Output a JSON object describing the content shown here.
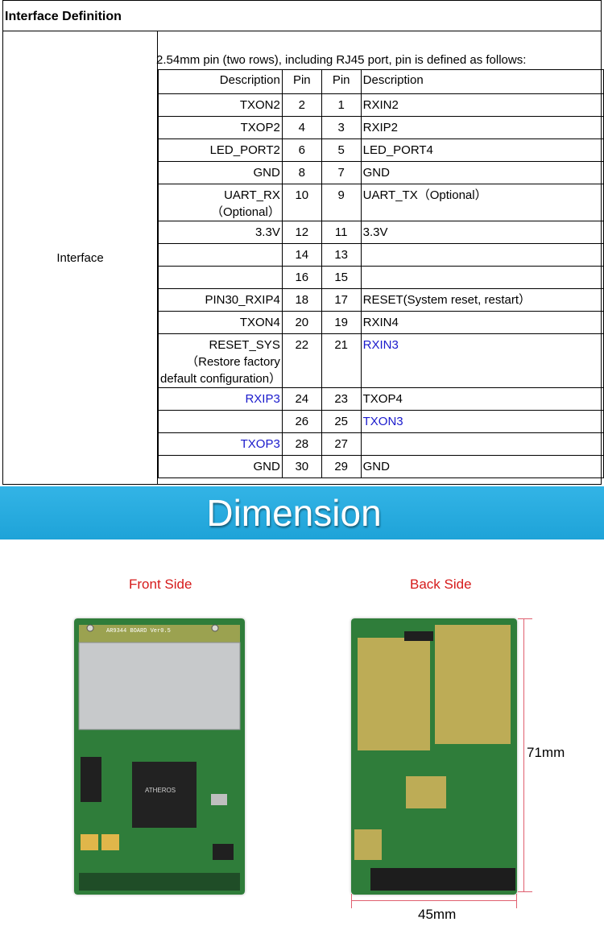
{
  "table": {
    "header": "Interface Definition",
    "left_label": "Interface",
    "intro": "2.54mm pin (two rows), including RJ45 port, pin is defined as follows:",
    "columns": [
      "Description",
      "Pin",
      "Pin",
      "Description"
    ],
    "rows": [
      {
        "d1": "TXON2",
        "p1": "2",
        "p2": "1",
        "d2": "RXIN2"
      },
      {
        "d1": "TXOP2",
        "p1": "4",
        "p2": "3",
        "d2": "RXIP2"
      },
      {
        "d1": "LED_PORT2",
        "p1": "6",
        "p2": "5",
        "d2": "LED_PORT4"
      },
      {
        "d1": "GND",
        "p1": "8",
        "p2": "7",
        "d2": "GND"
      },
      {
        "d1": "UART_RX\n（Optional）",
        "p1": "10",
        "p2": "9",
        "d2": "UART_TX（Optional）"
      },
      {
        "d1": "3.3V",
        "p1": "12",
        "p2": "11",
        "d2": "3.3V"
      },
      {
        "d1": "",
        "p1": "14",
        "p2": "13",
        "d2": ""
      },
      {
        "d1": "",
        "p1": "16",
        "p2": "15",
        "d2": ""
      },
      {
        "d1": "PIN30_RXIP4",
        "p1": "18",
        "p2": "17",
        "d2": "RESET(System reset, restart）"
      },
      {
        "d1": "TXON4",
        "p1": "20",
        "p2": "19",
        "d2": "RXIN4"
      },
      {
        "d1": "RESET_SYS\n（Restore factory\ndefault configuration）",
        "p1": "22",
        "p2": "21",
        "d2": "RXIN3"
      },
      {
        "d1": "RXIP3",
        "p1": "24",
        "p2": "23",
        "d2": "TXOP4"
      },
      {
        "d1": "",
        "p1": "26",
        "p2": "25",
        "d2": "TXON3"
      },
      {
        "d1": "TXOP3",
        "p1": "28",
        "p2": "27",
        "d2": ""
      },
      {
        "d1": "GND",
        "p1": "30",
        "p2": "29",
        "d2": "GND"
      }
    ]
  },
  "banner": {
    "title": "Dimension"
  },
  "front": {
    "label": "Front Side",
    "silkscreen": "AR9344 BOARD Ver0.5",
    "chip_text": "ATHEROS"
  },
  "back": {
    "label": "Back Side",
    "height_label": "71mm",
    "width_label": "45mm"
  },
  "colors": {
    "banner": "#1ea3d8",
    "side_label": "#d61a1a",
    "pcb": "#2f7d3a",
    "blue_text": "#1a1acc"
  }
}
